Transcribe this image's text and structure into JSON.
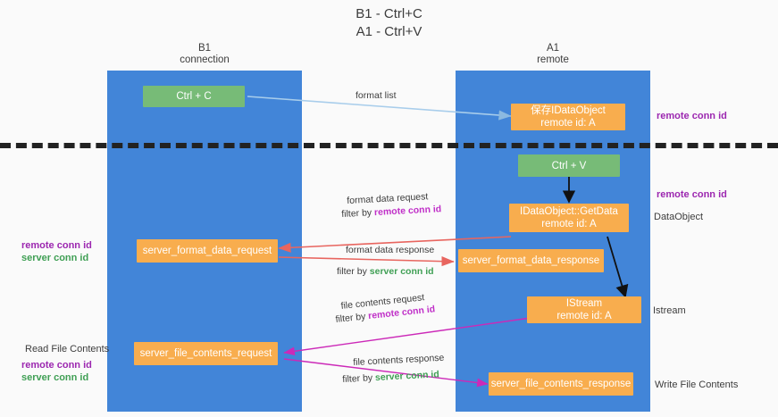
{
  "title": {
    "line1": "B1 - Ctrl+C",
    "line2": "A1 - Ctrl+V"
  },
  "columns": [
    {
      "name": "B1",
      "role": "connection"
    },
    {
      "name": "A1",
      "role": "remote"
    }
  ],
  "nodes": {
    "ctrl_c": "Ctrl + C",
    "ctrl_v": "Ctrl + V",
    "save_dataobject": "保存IDataObject\nremote id: A",
    "getdata": "IDataObject::GetData\nremote id: A",
    "istream": "IStream\nremote id: A",
    "server_format_data_request": "server_format_data_request",
    "server_format_data_response": "server_format_data_response",
    "server_file_contents_request": "server_file_contents_request",
    "server_file_contents_response": "server_file_contents_response"
  },
  "edges": {
    "format_list": "format list",
    "format_data_request": "format data request",
    "format_data_request_filter_prefix": "filter by ",
    "format_data_request_filter_key": "remote conn id",
    "format_data_response": "format data response",
    "format_data_response_filter_prefix": "filter by ",
    "format_data_response_filter_key": "server conn id",
    "file_contents_request": "file contents request",
    "file_contents_request_filter_prefix": "filter by ",
    "file_contents_request_filter_key": "remote conn id",
    "file_contents_response": "file contents response",
    "file_contents_response_filter_prefix": "filter by ",
    "file_contents_response_filter_key": "server conn id"
  },
  "annotations": {
    "right_remote_conn_id_top": "remote conn id",
    "right_remote_conn_id_mid": "remote conn id",
    "right_dataobject": "DataObject",
    "right_istream": "Istream",
    "right_write_file_contents": "Write File Contents",
    "left_remote_conn_id": "remote conn id",
    "left_server_conn_id": "server conn id",
    "left_read_file_contents": "Read File Contents",
    "left_remote_conn_id_2": "remote conn id",
    "left_server_conn_id_2": "server conn id"
  },
  "colors": {
    "lane": "#4285d8",
    "green_node": "#77bb77",
    "orange_node": "#f8ad4e",
    "purple_text": "#9c27b0",
    "green_text": "#3f9f54",
    "magenta_arrow": "#cc29b8",
    "red_arrow": "#e8655f",
    "blue_arrow": "#a8cdeb",
    "black_arrow": "#000000",
    "background": "#fafafa"
  }
}
